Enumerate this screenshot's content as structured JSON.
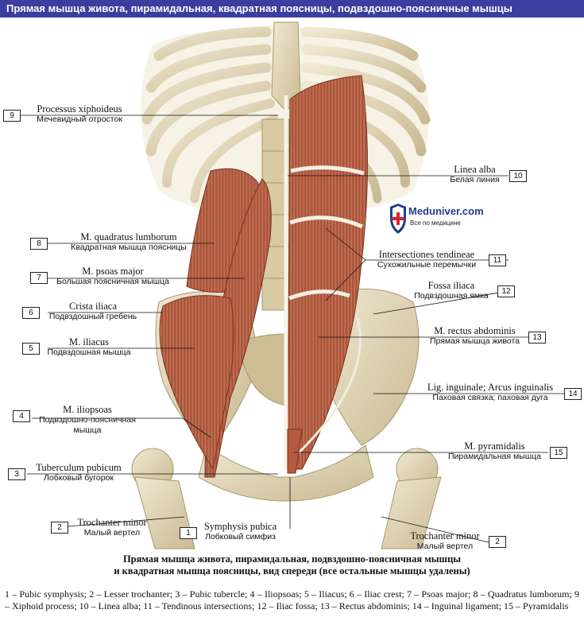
{
  "title": "Прямая мышца живота, пирамидальная, квадратная поясницы, подвздошно-поясничные мышцы",
  "logo": {
    "name": "Meduniver.com",
    "tagline": "Все по медицине"
  },
  "labels": {
    "l9": {
      "num": "9",
      "la": "Processus xiphoideus",
      "ru": "Мечевидный отросток"
    },
    "l10": {
      "num": "10",
      "la": "Linea alba",
      "ru": "Белая линия"
    },
    "l8": {
      "num": "8",
      "la": "M. quadratus lumborum",
      "ru": "Квадратная мышца поясницы"
    },
    "l11": {
      "num": "11",
      "la": "Intersectiones tendineae",
      "ru": "Сухожильные перемычки"
    },
    "l7": {
      "num": "7",
      "la": "M. psoas major",
      "ru": "Большая поясничная мышца"
    },
    "l12": {
      "num": "12",
      "la": "Fossa iliaca",
      "ru": "Подвздошная ямка"
    },
    "l6": {
      "num": "6",
      "la": "Crista iliaca",
      "ru": "Подвздошный гребень"
    },
    "l13": {
      "num": "13",
      "la": "M. rectus abdominis",
      "ru": "Прямая мышца живота"
    },
    "l5": {
      "num": "5",
      "la": "M. iliacus",
      "ru": "Подвздошная мышца"
    },
    "l14": {
      "num": "14",
      "la": "Lig. inguinale; Arcus inguinalis",
      "ru": "Паховая связка; паховая дуга"
    },
    "l4": {
      "num": "4",
      "la": "M. iliopsoas",
      "ru1": "Подвздошно-поясничная",
      "ru2": "мышца"
    },
    "l15": {
      "num": "15",
      "la": "M. pyramidalis",
      "ru": "Пирамидальная мышца"
    },
    "l3": {
      "num": "3",
      "la": "Tuberculum pubicum",
      "ru": "Лобковый бугорок"
    },
    "l1": {
      "num": "1",
      "la": "Symphysis pubica",
      "ru": "Лобковый симфиз"
    },
    "l2a": {
      "num": "2",
      "la": "Trochanter minor",
      "ru": "Малый вертел"
    },
    "l2b": {
      "num": "2",
      "la": "Trochanter minor",
      "ru": "Малый вертел"
    }
  },
  "caption": {
    "line1": "Прямая мышца живота, пирамидальная, подвздошно-поясничная мышцы",
    "line2": "и квадратная мышца поясницы, вид спереди (все остальные мышцы удалены)"
  },
  "legend": "1 – Pubic symphysis; 2 – Lesser trochanter; 3 – Pubic tubercle; 4 – Iliopsoas; 5 – Iliacus; 6 – Iliac crest; 7 – Psoas major; 8 – Quadratus lumborum; 9 – Xiphoid process; 10 – Linea alba; 11 – Tendinous intersections; 12 – Iliac fossa; 13 – Rectus abdominis; 14 – Inguinal ligament; 15 – Pyramidalis",
  "colors": {
    "title_bar": "#3b3e9e",
    "bone": "#e6dcc0",
    "bone_shadow": "#b3a47c",
    "muscle": "#c06a4c",
    "muscle_dark": "#8c3f2a",
    "tendon": "#f2efe6"
  }
}
